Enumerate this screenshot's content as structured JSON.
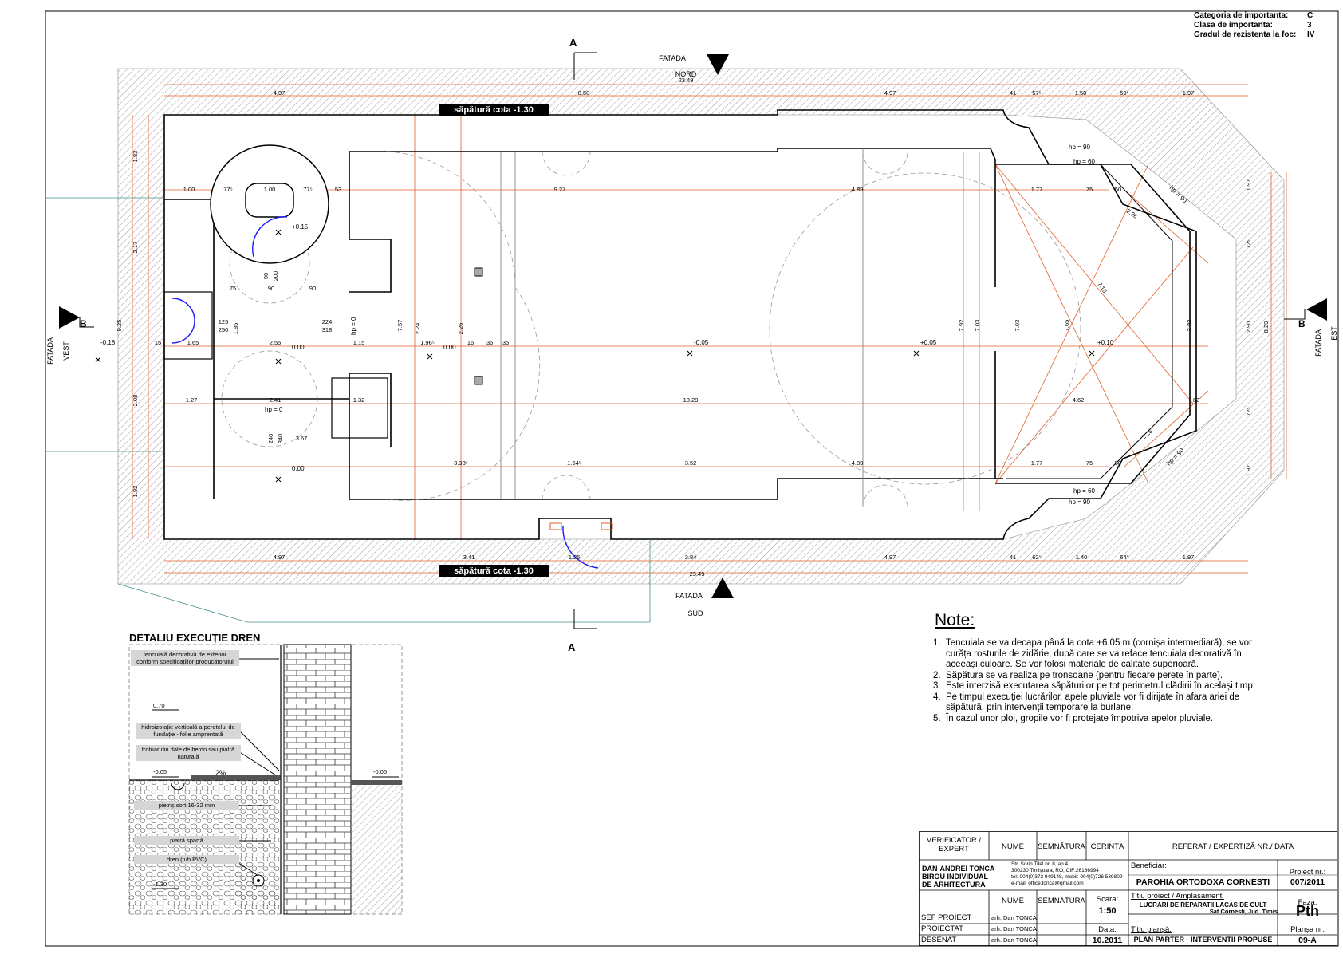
{
  "category": {
    "rows": [
      {
        "k": "Categoria de importanta:",
        "v": "C"
      },
      {
        "k": "Clasa de importanta:",
        "v": "3"
      },
      {
        "k": "Gradul de rezistenta la foc:",
        "v": "IV"
      }
    ]
  },
  "plan": {
    "facade_north": {
      "l1": "FATADA",
      "l2": "NORD"
    },
    "facade_south": {
      "l1": "FATADA",
      "l2": "SUD"
    },
    "facade_west": {
      "l1": "FATADA",
      "l2": "VEST"
    },
    "facade_east": {
      "l1": "FATADA",
      "l2": "EST"
    },
    "section_a": "A",
    "section_b": "B",
    "excavation_label": "săpătură cota -1.30",
    "levels": {
      "west": "-0.18",
      "l1": "+0.15",
      "l2": "0.00",
      "l3": "0.00",
      "l4": "0.00",
      "nave": "-0.05",
      "n2": "+0.05",
      "altar": "+0.10"
    },
    "hp": {
      "a": "hp = 0",
      "b": "hp = 0",
      "c": "hp = 90",
      "d": "hp = 60",
      "e": "hp = 60",
      "f": "hp = 90",
      "g": "hp = 90",
      "h": "hp = 90"
    },
    "dims_top": [
      "4.97",
      "8.50",
      "4.97",
      "41",
      "57⁵",
      "1.50",
      "59⁵",
      "1.97"
    ],
    "overall_top": "23.49",
    "dims_bottom": [
      "4.97",
      "3.41",
      "1.26",
      "3.84",
      "4.97",
      "41",
      "62⁵",
      "1.40",
      "64⁵",
      "1.97"
    ],
    "overall_bottom": "23.49",
    "dims_left": [
      "1.83",
      "2.17",
      "9.25",
      "2.08",
      "1.92"
    ],
    "dims_right": [
      "1.97",
      "72⁵",
      "2.90",
      "8.29",
      "72⁵",
      "1.97"
    ],
    "dims_inner": {
      "r1": "1.00",
      "r2": "77⁵",
      "r3": "1.00",
      "r4": "77⁵",
      "r5": "53",
      "r6": "9.27",
      "r7": "4.89",
      "r8": "1.77",
      "r9": "75",
      "r10": "50",
      "m1": "2.55",
      "m2": "1.15",
      "m3": "1.96⁵",
      "m4": "16",
      "m5": "36",
      "m6": "35",
      "m7": "15",
      "m8": "1.65",
      "b1": "1.27",
      "b2": "2.41",
      "b3": "1.32",
      "b4": "13.29",
      "b5": "4.62",
      "b6": "63",
      "c1": "3.33⁵",
      "c2": "1.64⁵",
      "c3": "3.52",
      "c4": "4.89",
      "c5": "1.77",
      "c6": "75",
      "c7": "50",
      "v1": "7.57",
      "v2": "7.92",
      "v3": "7.03",
      "v4": "7.03",
      "v5": "7.65",
      "v6": "3.83",
      "v7": "2.24",
      "v8": "2.26",
      "d1": "2.26",
      "d2": "7.13",
      "d3": "2.26",
      "k1": "125",
      "k2": "250",
      "k3": "1.85",
      "k4": "224",
      "k5": "318",
      "k6": "3.67",
      "k7": "240",
      "k8": "340",
      "k9": "90",
      "k10": "200",
      "k11": "90",
      "k12": "90",
      "k13": "75"
    }
  },
  "detail": {
    "title": "DETALIU EXECUȚIE DREN",
    "labels": {
      "l1": "tencuială decorativă de exterior conform specificațiilor producătorului",
      "l2": "hidroizolație verticală a peretelui de fundație - folie amprentată",
      "l3": "trotuar din dale de beton sau piatră naturală",
      "l4": "pietriș sort 16-32 mm",
      "l5": "piatră spartă",
      "l6": "dren (tub PVC)"
    },
    "levels": {
      "a": "0.70",
      "b": "-0.05",
      "c": "-0.05",
      "d": "-1.30",
      "slope": "2%"
    }
  },
  "notes": {
    "title": "Note:",
    "items": [
      {
        "n": "1.",
        "t": "Tencuiala se va decapa până la cota +6.05 m (cornișa intermediară), se vor curăța rosturile de zidărie, după care se va reface tencuiala decorativă în aceeași culoare. Se vor folosi materiale de calitate superioară."
      },
      {
        "n": "2.",
        "t": "Săpătura se va realiza pe tronsoane (pentru fiecare perete în parte)."
      },
      {
        "n": "3.",
        "t": "Este interzisă executarea săpăturilor pe tot perimetrul clădirii în același timp."
      },
      {
        "n": "4.",
        "t": "Pe timpul execuției lucrărilor, apele pluviale vor fi dirijate în afara ariei de săpătură, prin intervenții temporare la burlane."
      },
      {
        "n": "5.",
        "t": "În cazul unor ploi, gropile vor fi protejate împotriva apelor pluviale."
      }
    ]
  },
  "titleblock": {
    "verif": "VERIFICATOR / EXPERT",
    "nume": "NUME",
    "semn": "SEMNĂTURA",
    "cer": "CERINȚA",
    "ref": "REFERAT / EXPERTIZĂ NR./ DATA",
    "firm1": "DAN-ANDREI TONCA",
    "firm2": "BIROU INDIVIDUAL",
    "firm3": "DE    ARHITECTURA",
    "addr1": "Str. Sorin Titel nr. 8, ap.4,",
    "addr2": "300230 Timișoara, RO, CIF:26186994",
    "addr3": "tel: 004(0)372 949148, mobil: 004(0)726 589809",
    "addr4": "e-mail: office.tonca@gmail.com",
    "benef_l": "Beneficiar:",
    "benef": "PAROHIA ORTODOXA CORNESTI",
    "proj_l": "Proiect nr.:",
    "proj": "007/2011",
    "nume2": "NUME",
    "semn2": "SEMNĂTURA",
    "scara_l": "Scara:",
    "scara": "1:50",
    "titlu_l": "Titlu proiect / Amplasament:",
    "titlu1": "LUCRARI DE REPARATII LACAS DE CULT",
    "titlu2": "Sat Cornesti, Jud. Timis",
    "faza_l": "Faza:",
    "faza": "Pth",
    "sef": "ȘEF PROIECT",
    "proiectat": "PROIECTAT",
    "desenat": "DESENAT",
    "arh1": "arh. Dan TONCA",
    "arh2": "arh. Dan TONCA",
    "arh3": "arh. Dan TONCA",
    "data_l": "Data:",
    "data": "10.2011",
    "plansa_l": "Titlu planșă:",
    "plansa": "PLAN PARTER - INTERVENTII PROPUSE",
    "nr_l": "Planșa nr:",
    "nr": "09-A"
  },
  "colors": {
    "dim": "#e0622a",
    "wall": "#000",
    "hatch": "#9a9a9a",
    "teal": "#4a8f8f",
    "door": "#1a1aff"
  }
}
